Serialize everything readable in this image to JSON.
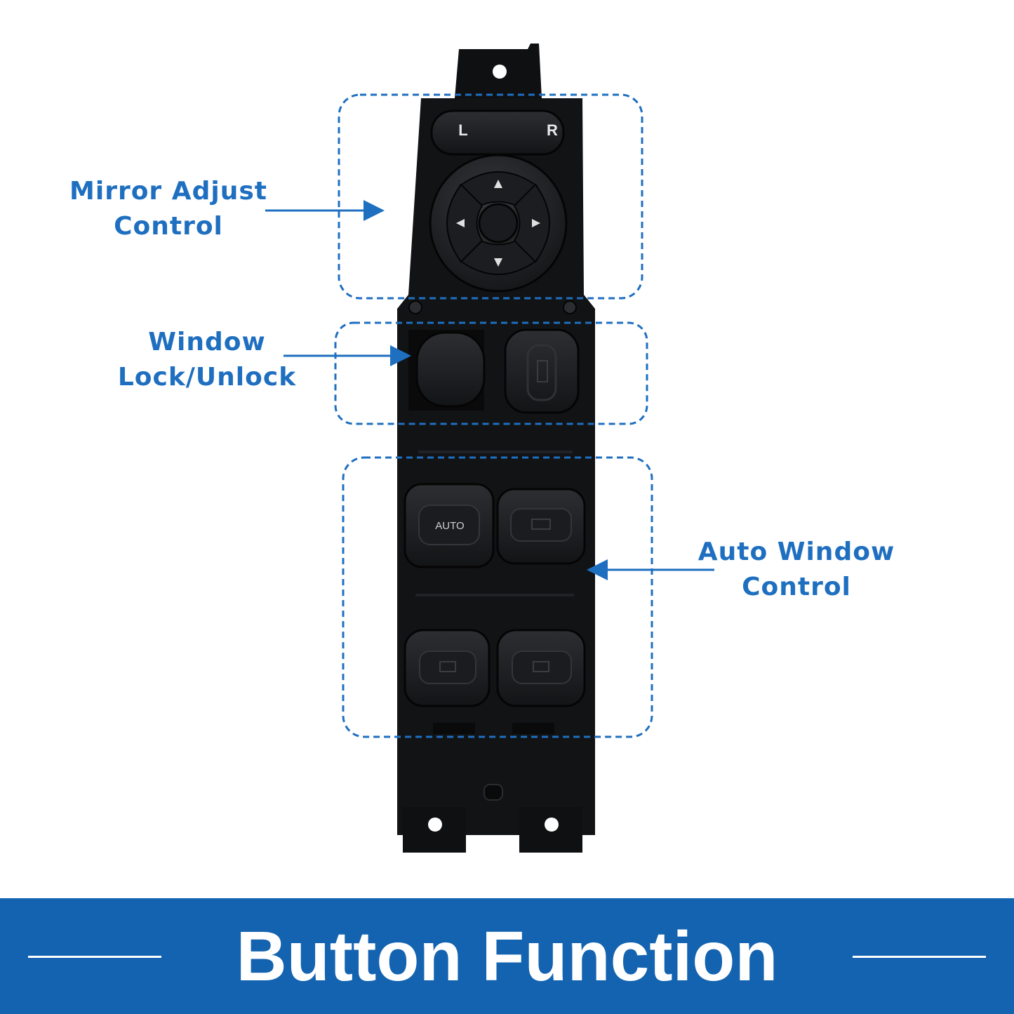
{
  "colors": {
    "accent": "#1f6fc0",
    "banner": "#1463b0",
    "banner_text": "#ffffff",
    "panel": "#111214"
  },
  "product": {
    "mirror_select_left": "L",
    "mirror_select_right": "R",
    "auto_label": "AUTO"
  },
  "callouts": {
    "mirror": {
      "line1": "Mirror Adjust",
      "line2": "Control"
    },
    "lock": {
      "line1": "Window",
      "line2": "Lock/Unlock"
    },
    "auto": {
      "line1": "Auto Window",
      "line2": "Control"
    }
  },
  "footer": {
    "title": "Button Function"
  }
}
